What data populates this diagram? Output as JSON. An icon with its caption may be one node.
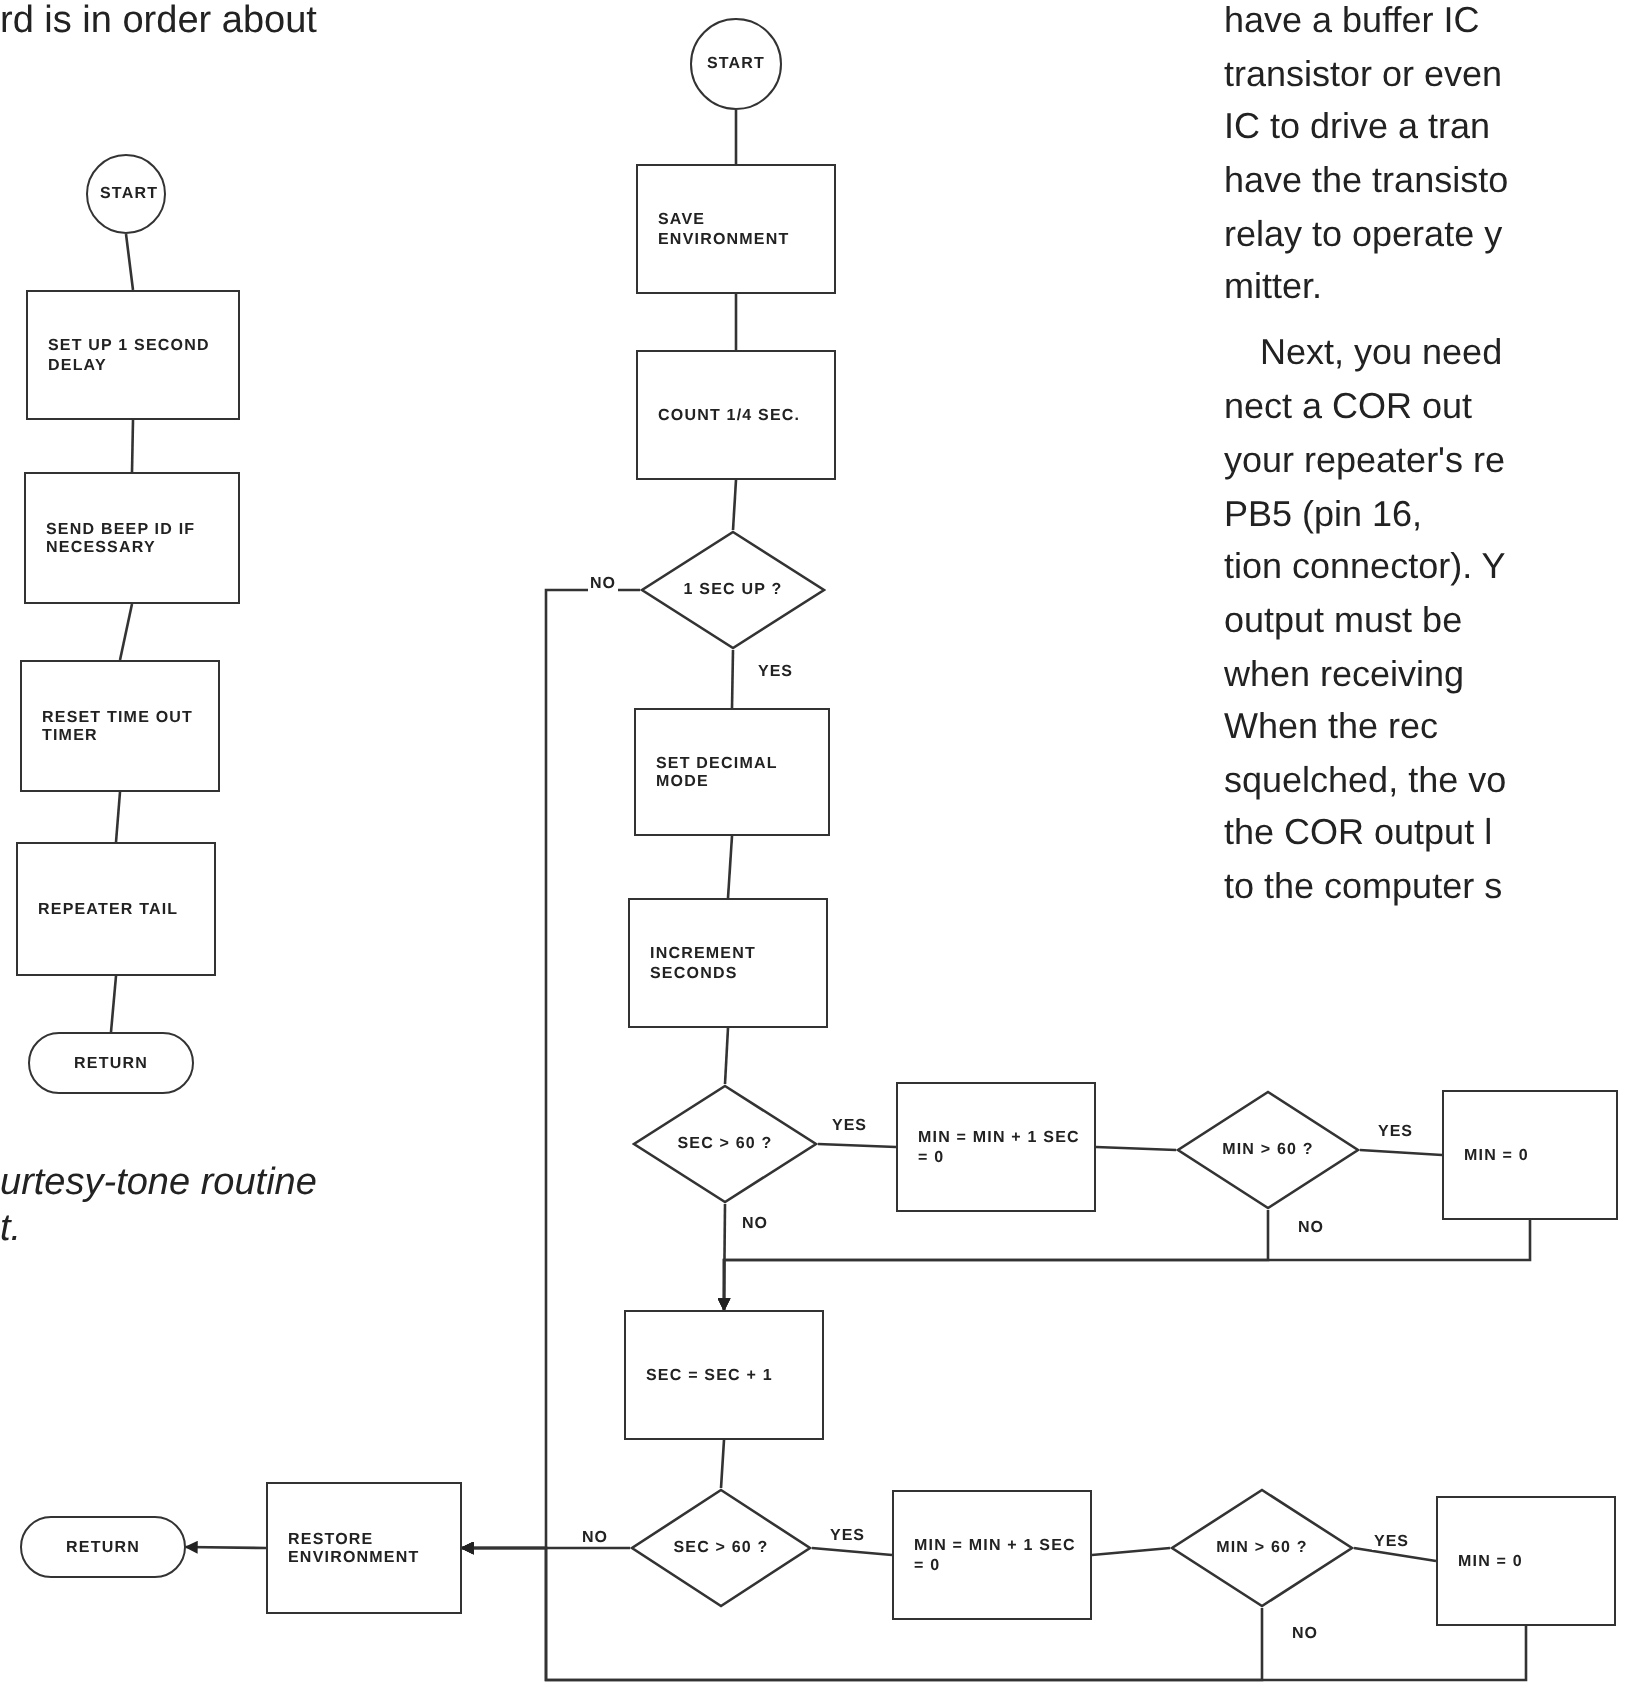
{
  "diagram": {
    "nodes": [
      {
        "text": [
          "START"
        ]
      },
      {
        "text": [
          "SET UP 1 SECOND DELAY"
        ]
      },
      {
        "text": [
          "SEND BEEP ID IF NECESSARY"
        ]
      },
      {
        "text": [
          "RESET TIME OUT TIMER"
        ]
      },
      {
        "text": [
          "REPEATER TAIL"
        ]
      },
      {
        "text": [
          "RETURN"
        ]
      },
      {
        "text": [
          "START"
        ]
      },
      {
        "text": [
          "SAVE ENVIRONMENT"
        ]
      },
      {
        "text": [
          "COUNT 1/4 SEC."
        ]
      },
      {
        "text": [
          "1 SEC UP ?"
        ]
      },
      {
        "text": [
          "SET DECIMAL MODE"
        ]
      },
      {
        "text": [
          "INCREMENT SECONDS"
        ]
      },
      {
        "text": [
          "SEC > 60 ?"
        ]
      },
      {
        "text": [
          "MIN = MIN + 1 SEC = 0"
        ]
      },
      {
        "text": [
          "MIN > 60 ?"
        ]
      },
      {
        "text": [
          "MIN = 0"
        ]
      },
      {
        "text": [
          "SEC = SEC + 1"
        ]
      },
      {
        "text": [
          "SEC > 60 ?"
        ]
      },
      {
        "text": [
          "MIN = MIN + 1 SEC = 0"
        ]
      },
      {
        "text": [
          "MIN > 60 ?"
        ]
      },
      {
        "text": [
          "MIN = 0"
        ]
      },
      {
        "text": [
          "RESTORE ENVIRONMENT"
        ]
      },
      {
        "text": [
          "RETURN"
        ]
      }
    ],
    "edges": [
      {
        "from": 0,
        "to": 1,
        "arrow": "none"
      },
      {
        "from": 1,
        "to": 2,
        "arrow": "none"
      },
      {
        "from": 2,
        "to": 3,
        "arrow": "none"
      },
      {
        "from": 3,
        "to": 4,
        "arrow": "none"
      },
      {
        "from": 4,
        "to": 5,
        "arrow": "none"
      },
      {
        "from": 6,
        "to": 7,
        "arrow": "none"
      },
      {
        "from": 7,
        "to": 8,
        "arrow": "none"
      },
      {
        "from": 8,
        "to": 9,
        "arrow": "none"
      },
      {
        "from": 9,
        "to": 10,
        "arrow": "none",
        "label": "YES"
      },
      {
        "from": 10,
        "to": 11,
        "arrow": "none"
      },
      {
        "from": 11,
        "to": 12,
        "arrow": "none"
      },
      {
        "from": 12,
        "to": 13,
        "arrow": "none",
        "label": "YES"
      },
      {
        "from": 13,
        "to": 14,
        "arrow": "none"
      },
      {
        "from": 14,
        "to": 15,
        "arrow": "none",
        "label": "YES"
      },
      {
        "from": 12,
        "to": 16,
        "arrow": "to",
        "label": "NO"
      },
      {
        "from": 14,
        "to": 16,
        "arrow": "to",
        "label": "NO"
      },
      {
        "from": 15,
        "to": 16,
        "arrow": "to"
      },
      {
        "from": 16,
        "to": 17,
        "arrow": "none"
      },
      {
        "from": 17,
        "to": 18,
        "arrow": "none",
        "label": "YES"
      },
      {
        "from": 18,
        "to": 19,
        "arrow": "none"
      },
      {
        "from": 19,
        "to": 20,
        "arrow": "none",
        "label": "YES"
      },
      {
        "from": 17,
        "to": 21,
        "arrow": "to",
        "label": "NO"
      },
      {
        "from": 19,
        "to": 21,
        "arrow": "to",
        "label": "NO"
      },
      {
        "from": 20,
        "to": 21,
        "arrow": "to"
      },
      {
        "from": 9,
        "to": 21,
        "arrow": "to",
        "label": "NO"
      },
      {
        "from": 21,
        "to": 22,
        "arrow": "to"
      }
    ],
    "labels": [
      "rd is in order about",
      "have a buffer IC",
      "transistor or even",
      "IC to drive a tran",
      "have the transisto",
      "relay to operate y",
      "mitter.",
      "Next, you need",
      "nect a COR out",
      "your repeater's re",
      "PB5 (pin 16,",
      "tion connector). Y",
      "output must be",
      "when receiving",
      "When the rec",
      "squelched, the vo",
      "the COR output l",
      "to the computer s",
      "urtesy-tone routine",
      "t."
    ]
  }
}
